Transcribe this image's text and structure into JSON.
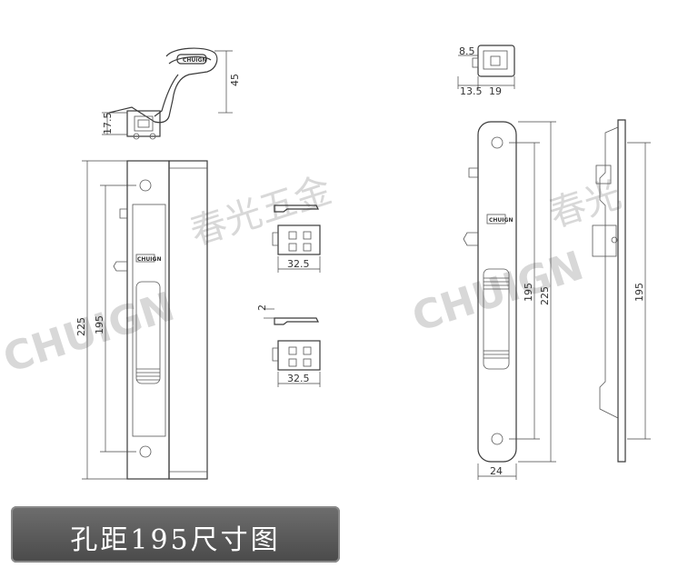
{
  "caption": "孔距195尺寸图",
  "watermarks": [
    "春光五金",
    "CHUIGN",
    "春光",
    "CHUIGN"
  ],
  "logo_text": "CHUIGN",
  "dimensions": {
    "top_left_height": "45",
    "top_left_offset": "17.5",
    "left_total": "225",
    "left_hole": "195",
    "strike_width_1": "32.5",
    "strike_gap": "2",
    "strike_width_2": "32.5",
    "top_right_a": "8.5",
    "top_right_b": "13.5",
    "top_right_c": "19",
    "right_hole": "195",
    "right_total": "225",
    "right_width": "24",
    "side_hole": "195"
  }
}
